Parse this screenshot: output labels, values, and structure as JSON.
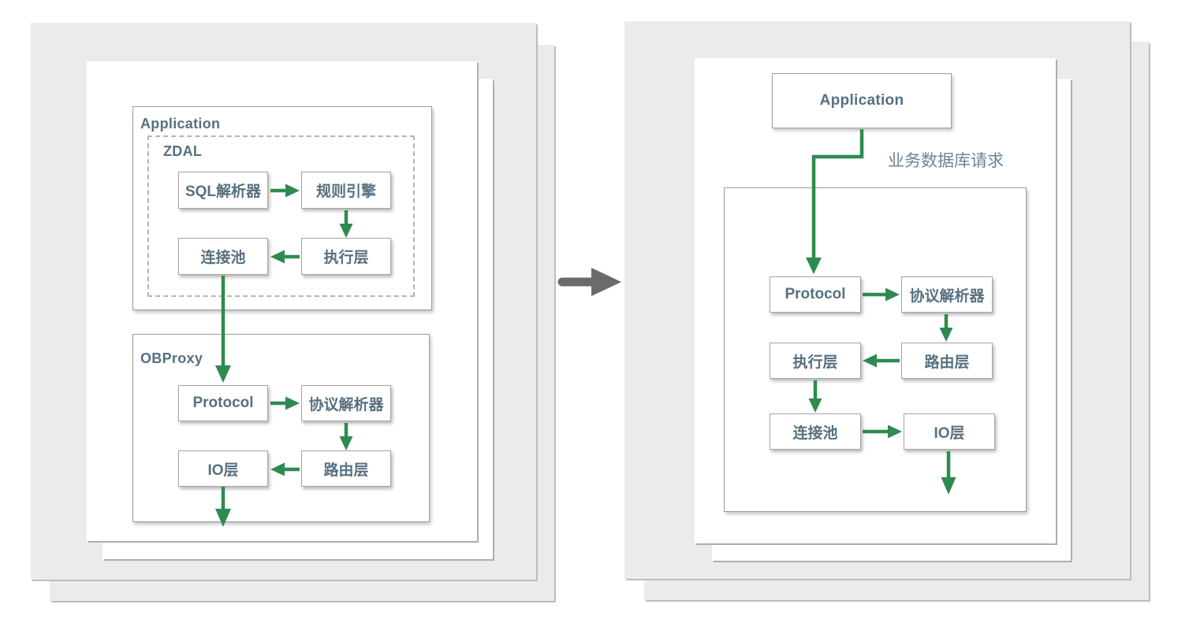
{
  "left_panel": {
    "application_label": "Application",
    "zdal": {
      "label": "ZDAL",
      "nodes": {
        "sql_parser": "SQL解析器",
        "rule_engine": "规则引擎",
        "conn_pool": "连接池",
        "exec_layer": "执行层"
      },
      "flows": [
        {
          "from": "SQL解析器",
          "to": "规则引擎"
        },
        {
          "from": "规则引擎",
          "to": "执行层"
        },
        {
          "from": "执行层",
          "to": "连接池"
        },
        {
          "from": "连接池",
          "to": "Protocol"
        }
      ]
    },
    "obproxy": {
      "label": "OBProxy",
      "nodes": {
        "protocol": "Protocol",
        "protocol_parser": "协议解析器",
        "io_layer": "IO层",
        "router_layer": "路由层"
      },
      "flows": [
        {
          "from": "Protocol",
          "to": "协议解析器"
        },
        {
          "from": "协议解析器",
          "to": "路由层"
        },
        {
          "from": "路由层",
          "to": "IO层"
        }
      ],
      "has_output_arrow": true
    }
  },
  "transform_arrow": {
    "direction": "right"
  },
  "right_panel": {
    "application_label": "Application",
    "request_label": "业务数据库请求",
    "nodes": {
      "protocol": "Protocol",
      "protocol_parser": "协议解析器",
      "exec_layer": "执行层",
      "router_layer": "路由层",
      "conn_pool": "连接池",
      "io_layer": "IO层"
    },
    "flows": [
      {
        "from": "Application",
        "to": "Protocol",
        "label": "业务数据库请求"
      },
      {
        "from": "Protocol",
        "to": "协议解析器"
      },
      {
        "from": "协议解析器",
        "to": "路由层"
      },
      {
        "from": "路由层",
        "to": "执行层"
      },
      {
        "from": "执行层",
        "to": "连接池"
      },
      {
        "from": "连接池",
        "to": "IO层"
      }
    ],
    "has_output_arrow": true
  },
  "colors": {
    "arrow_green": "#2e8b4f",
    "transform_arrow_gray": "#6b6b6b",
    "label_slate": "#567080",
    "request_label_slate": "#6e8494",
    "page_gray": "#ebebeb"
  }
}
